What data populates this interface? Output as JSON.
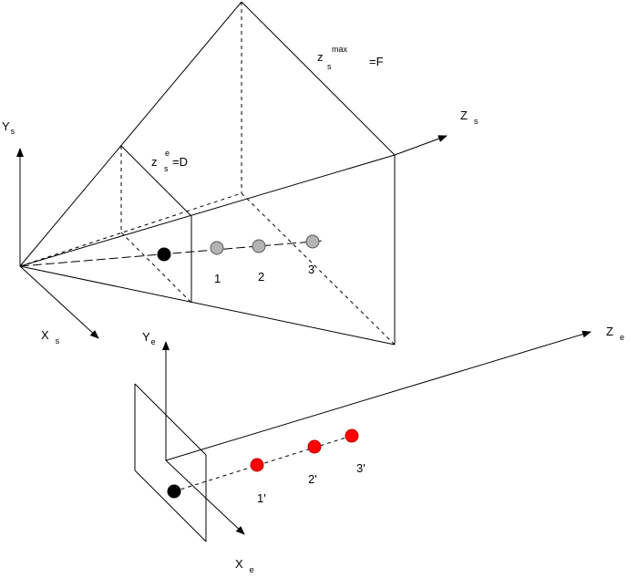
{
  "colors": {
    "line": "#000000",
    "point_near": "#000000",
    "point_scene": "#b4b4b4",
    "point_eye": "#ff0000",
    "background": "#ffffff"
  },
  "labels": {
    "ys_base": "Y",
    "ys_sub": "s",
    "xs_base": "X",
    "xs_sub": "s",
    "zs_base": "Z",
    "zs_sub": "s",
    "ye_base": "Y",
    "ye_sub": "e",
    "xe_base": "X",
    "xe_sub": "e",
    "ze_base": "Z",
    "ze_sub": "e",
    "near_z": "z",
    "near_sup": "e",
    "near_sub": "s",
    "near_eq": "=D",
    "far_z": "z",
    "far_sup": "max",
    "far_sub": "s",
    "far_eq": "=F",
    "p1": "1",
    "p2": "2",
    "p3": "3",
    "e1": "1'",
    "e2": "2'",
    "e3": "3'"
  }
}
